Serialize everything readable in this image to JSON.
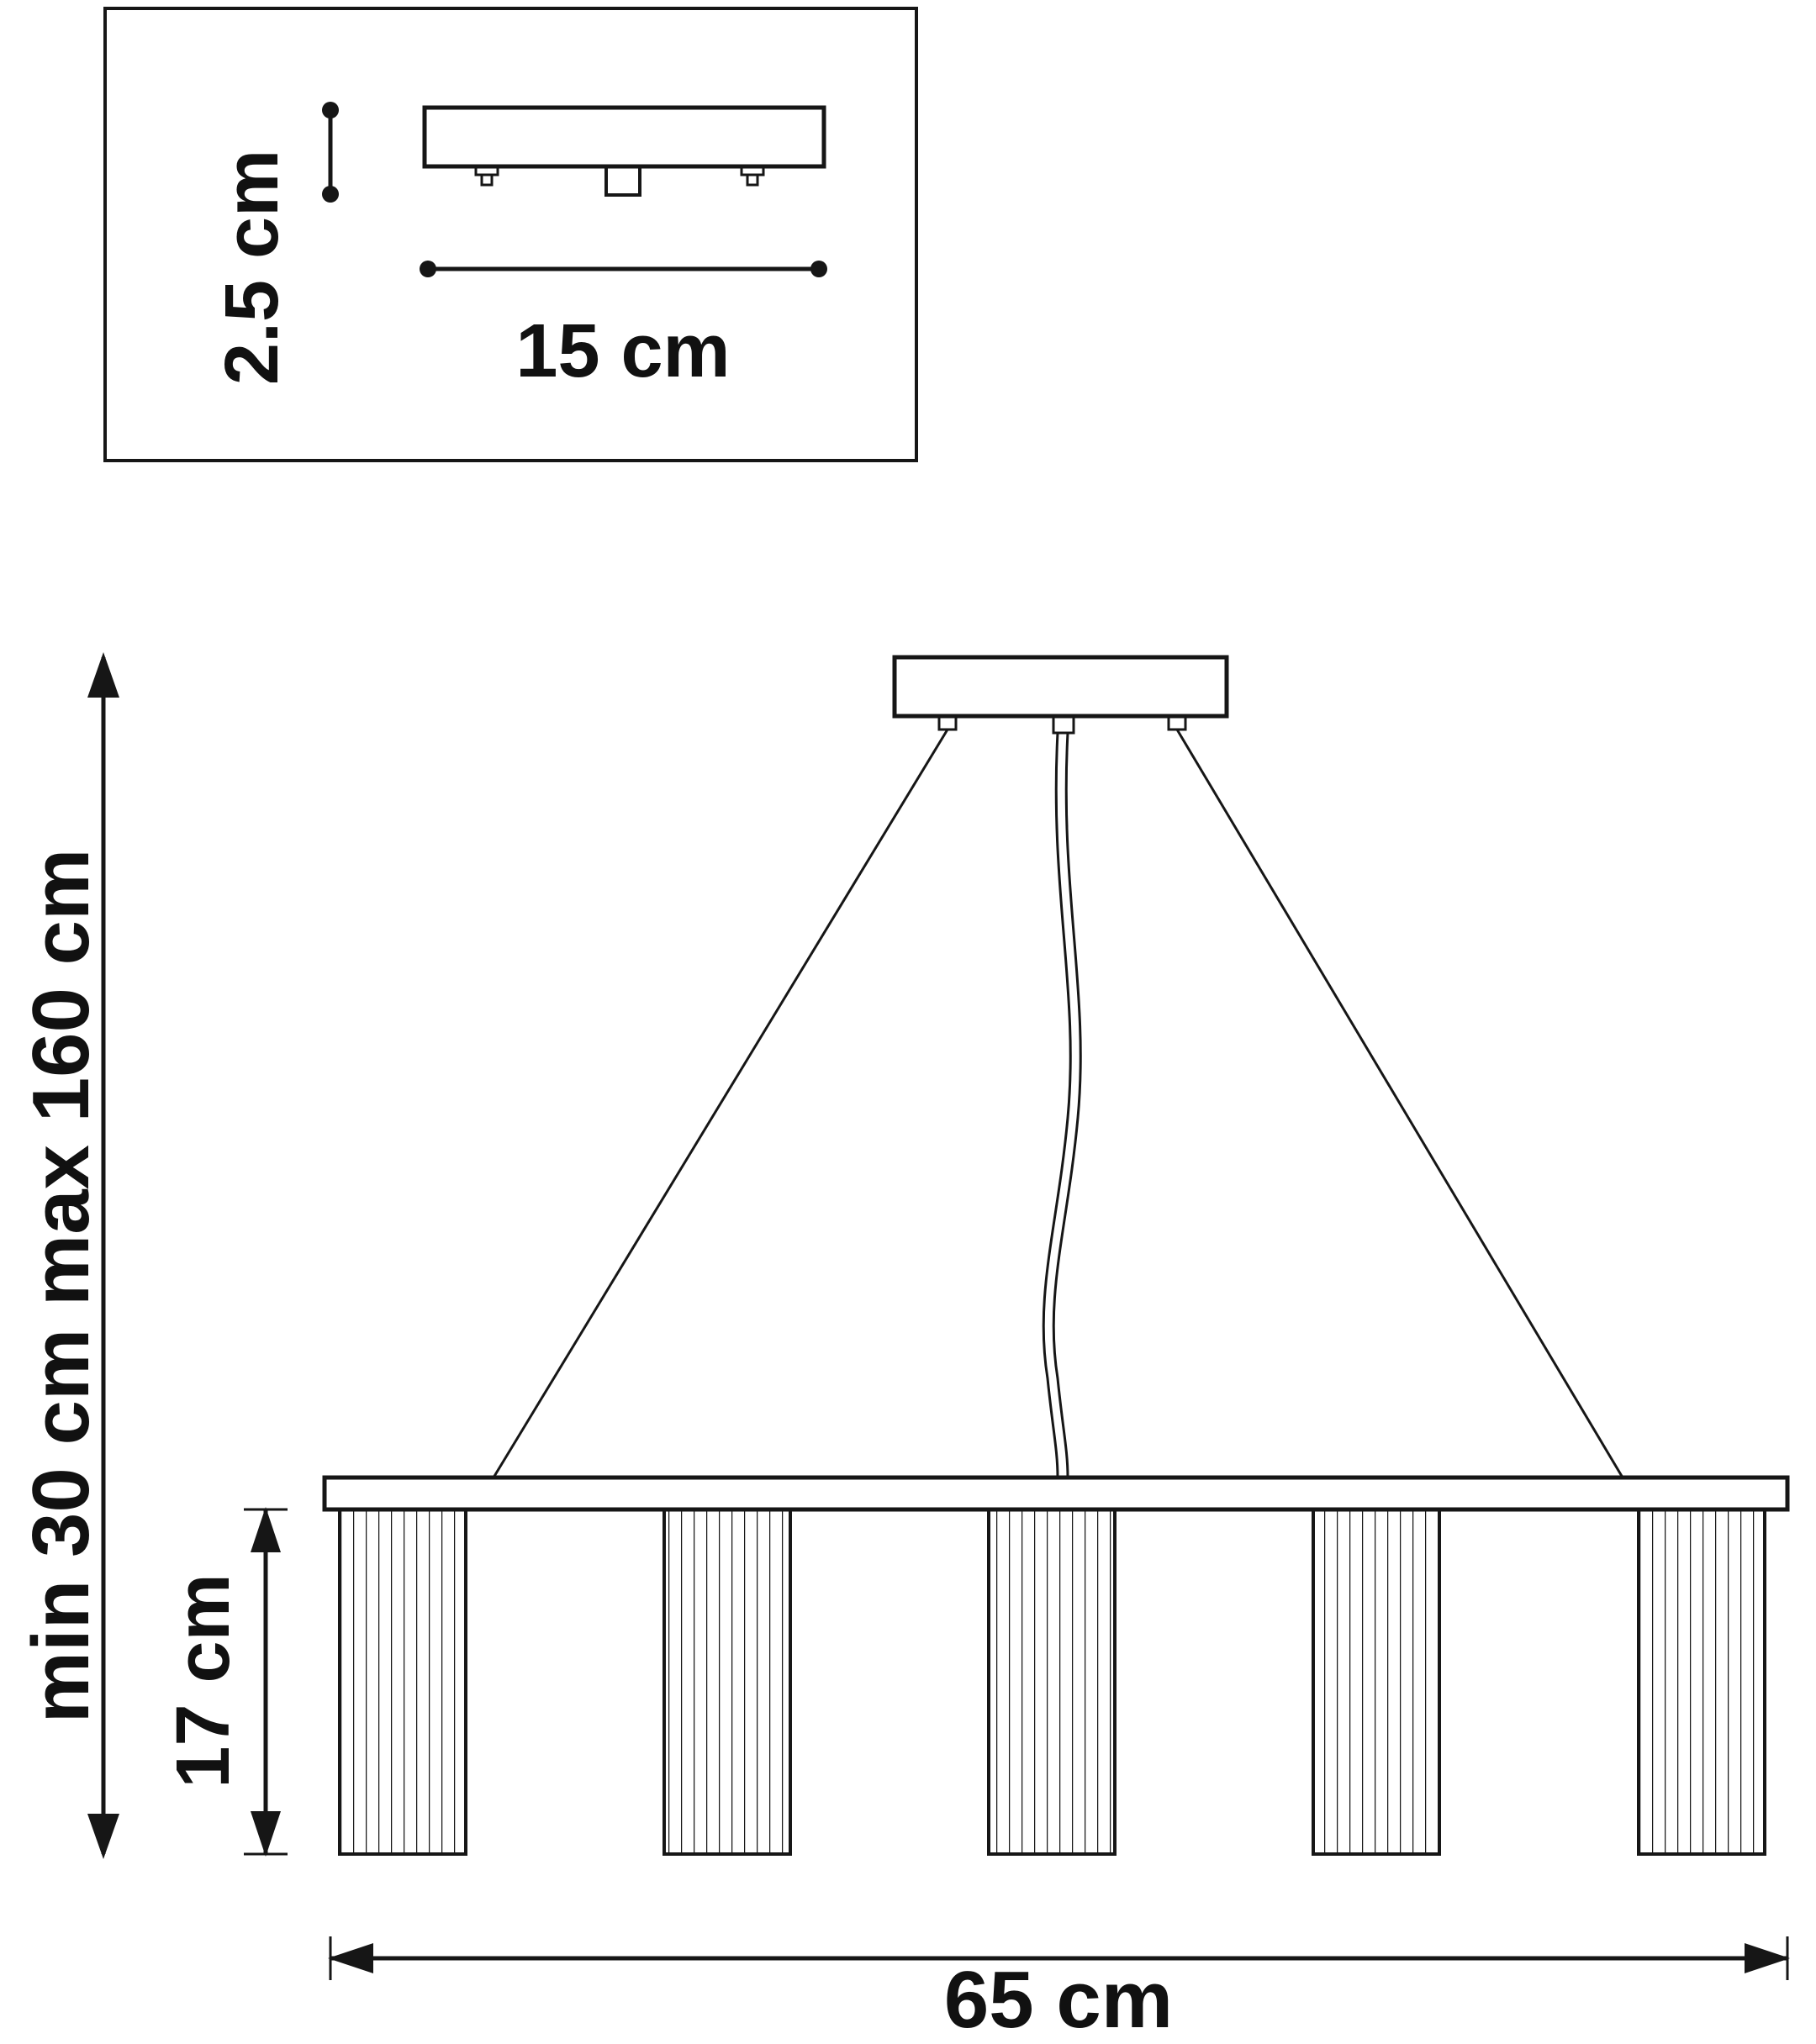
{
  "diagram": {
    "type": "pendant-lamp-installation-dimension-drawing",
    "colors": {
      "line": "#161616",
      "background": "#ffffff"
    },
    "labels": {
      "canopy_height": "2.5 cm",
      "canopy_width": "15 cm",
      "suspension_range": "min 30 cm max 160 cm",
      "shade_height": "17 cm",
      "fixture_width": "65 cm"
    }
  }
}
